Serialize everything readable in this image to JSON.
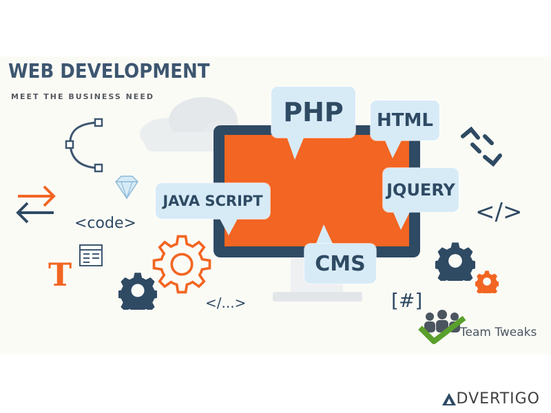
{
  "banner": {
    "title": "WEB DEVELOPMENT",
    "subtitle": "MEET THE BUSINESS NEED",
    "bubbles": {
      "php": "PHP",
      "html": "HTML",
      "javascript": "JAVA SCRIPT",
      "jquery": "JQUERY",
      "cms": "CMS"
    },
    "decorations": {
      "code_tag": "<code>",
      "close_tag": "</>",
      "ellipsis_tag": "</...>",
      "hash_tag": "[#]",
      "text_icon": "T"
    },
    "team_logo_text": "Team Tweaks",
    "colors": {
      "navy": "#2f4a63",
      "orange": "#f26522",
      "bubble": "#d7ebf7",
      "green": "#5aa02c",
      "background": "#fbfbf6"
    }
  },
  "footer": {
    "brand_text": "DVERTIGO",
    "brand_icon": "advertigo-a-logo"
  }
}
